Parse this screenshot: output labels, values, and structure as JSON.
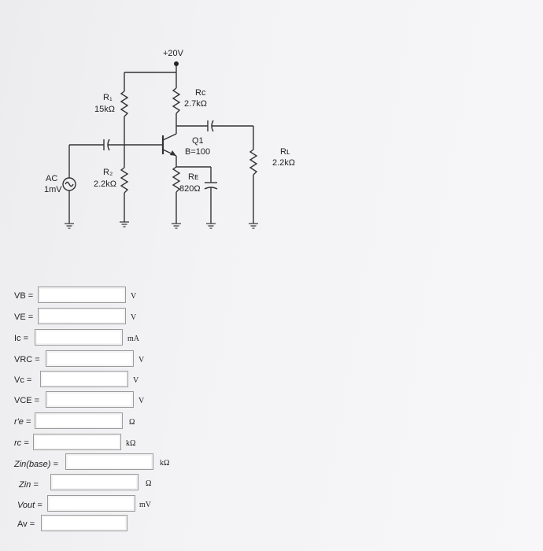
{
  "circuit": {
    "supply": "+20V",
    "r1": {
      "name": "R₁",
      "value": "15kΩ"
    },
    "r2": {
      "name": "R₂",
      "value": "2.2kΩ"
    },
    "rc": {
      "name": "Rᴄ",
      "value": "2.7kΩ"
    },
    "re": {
      "name": "Rᴇ",
      "value": "820Ω"
    },
    "rl": {
      "name": "Rʟ",
      "value": "2.2kΩ"
    },
    "q1": {
      "name": "Q1",
      "beta": "B=100"
    },
    "source": {
      "name": "AC",
      "value": "1mV"
    }
  },
  "form": {
    "rows": [
      {
        "label": "VB =",
        "unit": "V",
        "value": ""
      },
      {
        "label": "VE =",
        "unit": "V",
        "value": ""
      },
      {
        "label": "Ic =",
        "unit": "mA",
        "value": ""
      },
      {
        "label": "VRC =",
        "unit": "V",
        "value": ""
      },
      {
        "label": "Vc =",
        "unit": "V",
        "value": ""
      },
      {
        "label": "VCE =",
        "unit": "V",
        "value": ""
      },
      {
        "label": "r'e =",
        "unit": "Ω",
        "value": ""
      },
      {
        "label": "rc =",
        "unit": "kΩ",
        "value": ""
      },
      {
        "label": "Zin(base) =",
        "unit": "kΩ",
        "value": ""
      },
      {
        "label": "Zin =",
        "unit": "Ω",
        "value": ""
      },
      {
        "label": "Vout =",
        "unit": "mV",
        "value": ""
      },
      {
        "label": "Av =",
        "unit": "",
        "value": ""
      }
    ]
  }
}
